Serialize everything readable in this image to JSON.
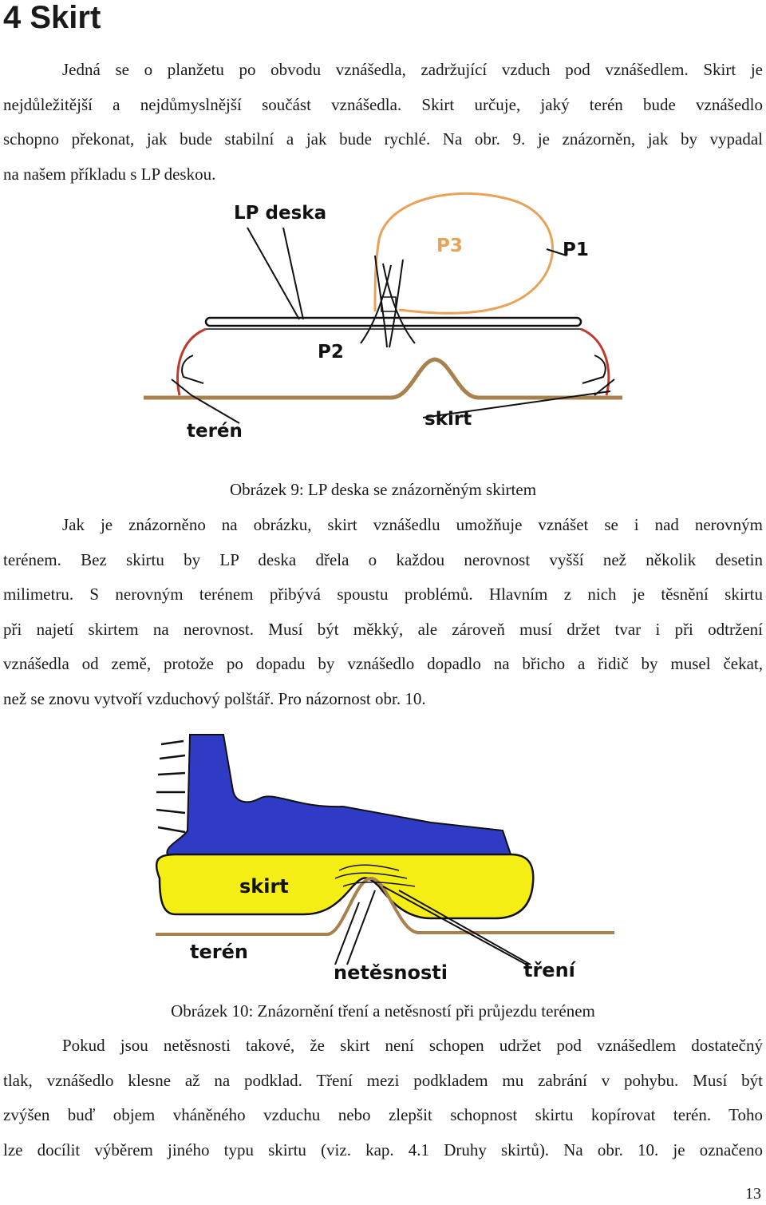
{
  "heading": "4 Skirt",
  "para1": [
    "Jedná se o planžetu po obvodu vznášedla, zadržující vzduch pod vznášedlem. Skirt je",
    "nejdůležitější a nejdůmyslnější součást vznášedla. Skirt určuje, jaký terén bude vznášedlo",
    "schopno překonat, jak bude stabilní a jak bude rychlé. Na obr. 9. je znázorněn, jak by vypadal",
    "na našem příkladu s LP deskou."
  ],
  "figure9": {
    "labels": {
      "lp_deska": "LP deska",
      "p3": "P3",
      "p1": "P1",
      "p2": "P2",
      "skirt": "skirt",
      "teren": "terén"
    },
    "colors": {
      "orange": "#e8a25a",
      "red": "#c0392b",
      "brown": "#a8824e",
      "black": "#111111"
    }
  },
  "caption9": "Obrázek 9: LP deska se znázorněným skirtem",
  "para2": [
    "Jak je znázorněno na obrázku, skirt vznášedlu umožňuje vznášet se i nad nerovným",
    "terénem. Bez skirtu by LP deska dřela o každou nerovnost vyšší než několik desetin",
    "milimetru. S nerovným terénem přibývá spoustu problémů. Hlavním z nich je těsnění skirtu",
    "při najetí skirtem na nerovnost. Musí být měkký, ale zároveň musí držet tvar i při odtržení",
    "vznášedla od země, protože po dopadu by vznášedlo dopadlo na břicho a řidič by musel čekat,",
    "než se znovu vytvoří vzduchový polštář. Pro názornost obr. 10."
  ],
  "figure10": {
    "labels": {
      "skirt": "skirt",
      "teren": "terén",
      "netesnosti": "netěsnosti",
      "treni": "tření"
    },
    "colors": {
      "blue": "#2f3bc4",
      "yellow": "#f4ee14",
      "brown": "#a8824e",
      "black": "#111111"
    }
  },
  "caption10": "Obrázek 10: Znázornění tření a netěsností při průjezdu terénem",
  "para3": [
    "Pokud jsou netěsnosti takové, že skirt není schopen udržet pod vznášedlem dostatečný",
    "tlak, vznášedlo klesne až na podklad. Tření mezi podkladem mu zabrání v pohybu. Musí být",
    "zvýšen buď objem vháněného vzduchu nebo zlepšit schopnost skirtu kopírovat terén. Toho",
    "lze docílit výběrem jiného typu skirtu (viz. kap. 4.1 Druhy skirtů). Na obr. 10. je označeno"
  ],
  "page_number": "13"
}
